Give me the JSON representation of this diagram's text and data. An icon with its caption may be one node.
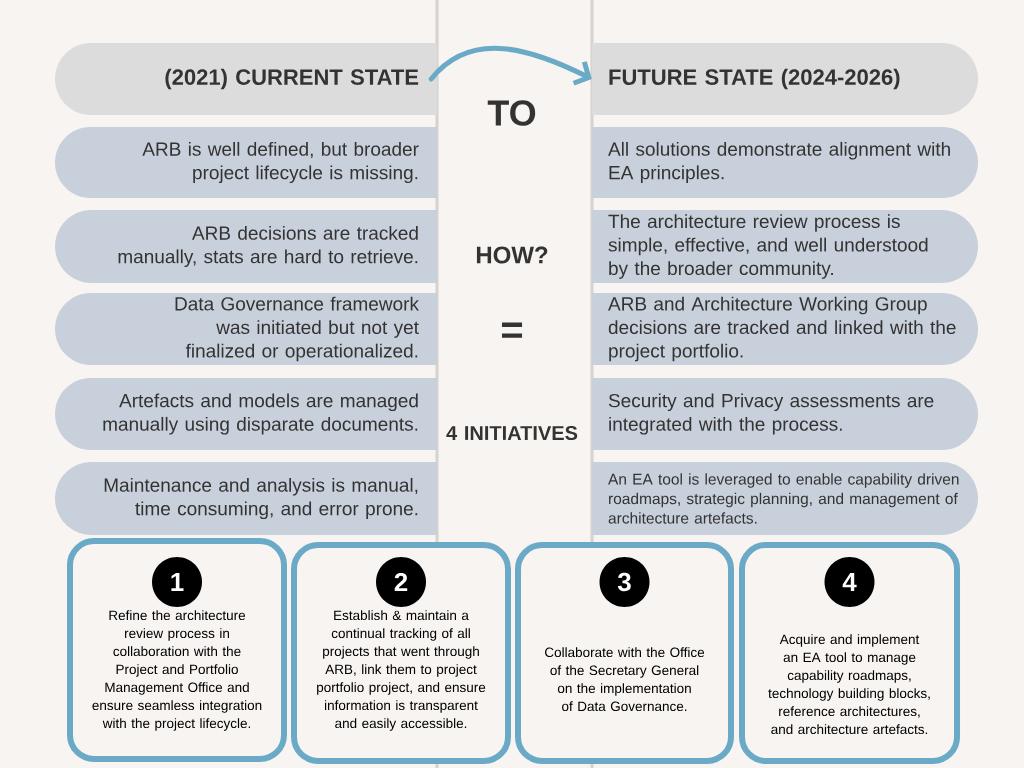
{
  "diagram": {
    "nodes": [
      {
        "text": [
          "(2021) CURRENT STATE"
        ]
      },
      {
        "text": [
          "FUTURE STATE (2024-2026)"
        ]
      },
      {
        "text": [
          "ARB is well defined, but broader project lifecycle is missing."
        ]
      },
      {
        "text": [
          "ARB decisions are tracked manually, stats are hard to retrieve."
        ]
      },
      {
        "text": [
          "Data Governance framework was initiated but not yet finalized or operationalized."
        ]
      },
      {
        "text": [
          "Artefacts and models are managed manually using disparate documents."
        ]
      },
      {
        "text": [
          "Maintenance and analysis is manual, time consuming, and error prone."
        ]
      },
      {
        "text": [
          "All solutions demonstrate alignment with EA principles."
        ]
      },
      {
        "text": [
          "The architecture review process is simple, effective, and well understood by the broader community."
        ]
      },
      {
        "text": [
          "ARB and Architecture Working Group decisions are tracked and linked with the project portfolio."
        ]
      },
      {
        "text": [
          "Security and Privacy assessments are integrated with the process."
        ]
      },
      {
        "text": [
          "An EA tool is leveraged to enable capability driven roadmaps, strategic planning, and management of architecture artefacts."
        ]
      },
      {
        "text": [
          "1",
          "Refine the architecture review process in collaboration with the Project and Portfolio Management Office and ensure seamless integration with the project lifecycle."
        ]
      },
      {
        "text": [
          "2",
          "Establish & maintain a continual tracking of all projects that went through ARB, link them to project portfolio project, and ensure information is transparent and easily accessible."
        ]
      },
      {
        "text": [
          "3",
          "Collaborate with the Office of the Secretary General on the implementation of Data Governance."
        ]
      },
      {
        "text": [
          "4",
          "Acquire and implement an EA tool to manage capability roadmaps, technology building blocks, reference architectures, and architecture artefacts."
        ]
      }
    ],
    "edges": [
      {
        "from": 0,
        "to": 1,
        "arrow": "to"
      }
    ],
    "labels": [
      "TO",
      "HOW?",
      "=",
      "4 INITIATIVES"
    ]
  }
}
